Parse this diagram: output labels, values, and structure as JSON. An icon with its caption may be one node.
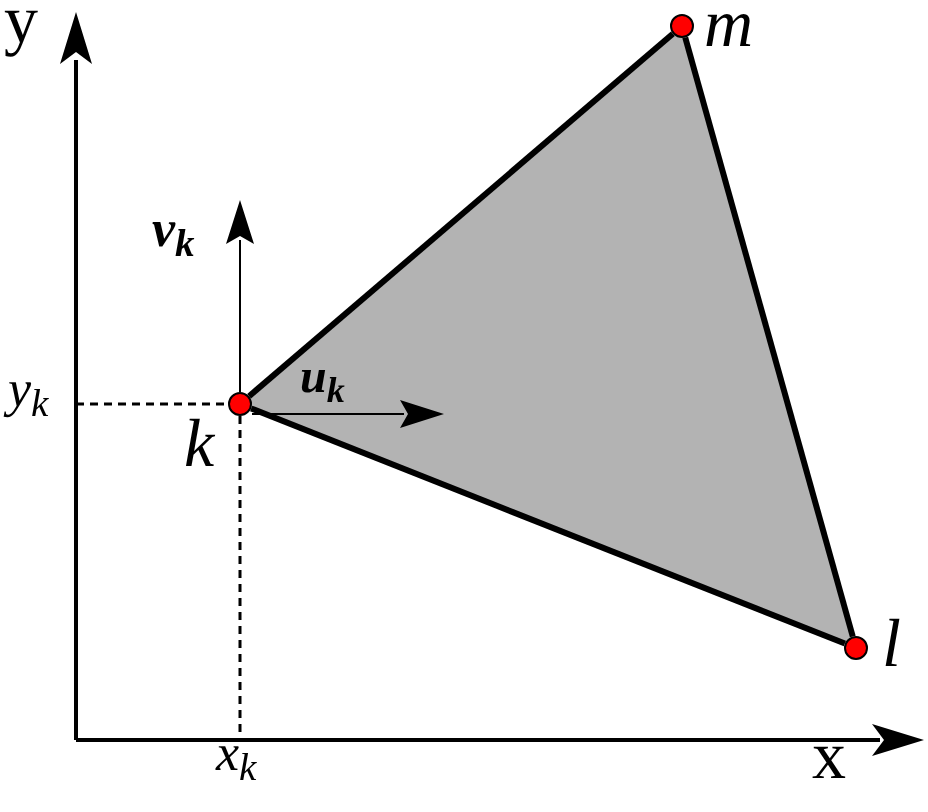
{
  "diagram": {
    "nodes": [
      {
        "text": [],
        "shape": "circle",
        "beside": [
          "k"
        ]
      },
      {
        "text": [],
        "shape": "circle",
        "beside": [
          "l"
        ]
      },
      {
        "text": [],
        "shape": "circle",
        "beside": [
          "m"
        ]
      }
    ],
    "edges": [
      {
        "from": 0,
        "to": 2,
        "arrow": "none"
      },
      {
        "from": 2,
        "to": 1,
        "arrow": "none"
      },
      {
        "from": 1,
        "to": 0,
        "arrow": "none"
      }
    ],
    "labels": [
      "y",
      "v$_{k}$",
      "u$_{k}$",
      "y$_{k}$",
      "x$_{k}$",
      "x"
    ]
  }
}
